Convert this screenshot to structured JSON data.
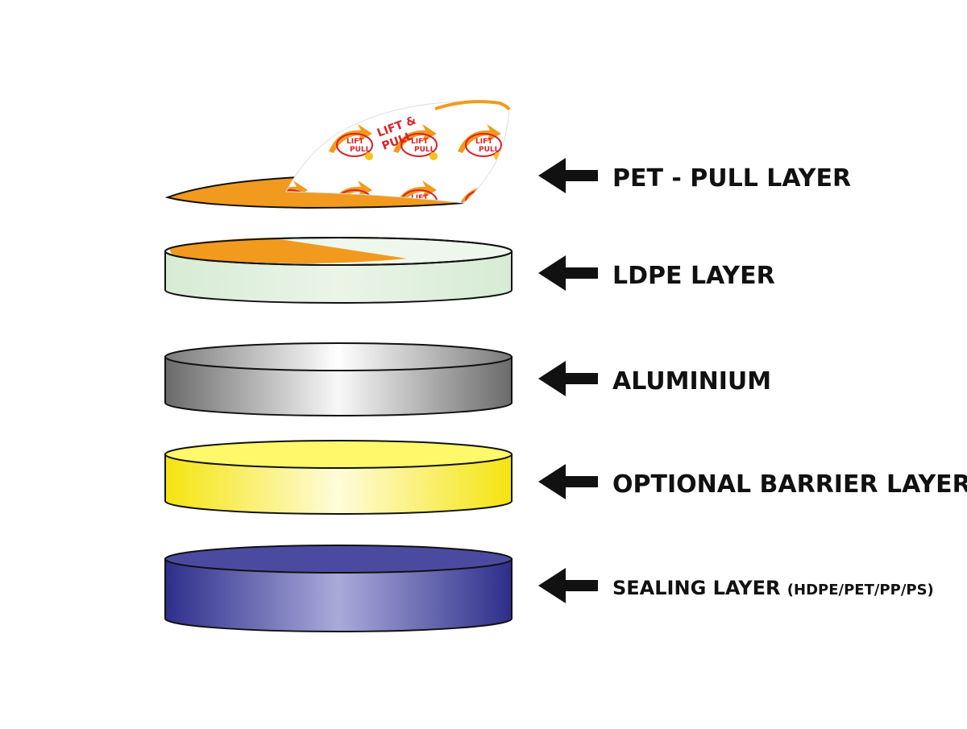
{
  "layers": [
    {
      "label": "PET - PULL LAYER",
      "label_main": "PET - PULL LAYER",
      "label_sub": ""
    },
    {
      "label": "LDPE LAYER",
      "label_main": "LDPE LAYER",
      "label_sub": ""
    },
    {
      "label": "ALUMINIUM",
      "label_main": "ALUMINIUM",
      "label_sub": ""
    },
    {
      "label": "OPTIONAL BARRIER LAYER",
      "label_main": "OPTIONAL BARRIER LAYER",
      "label_sub": ""
    },
    {
      "label": "SEALING LAYER (HDPE/PET/PP/PS)",
      "label_main": "SEALING LAYER ",
      "label_sub": "(HDPE/PET/PP/PS)"
    }
  ],
  "pull_tab_text": [
    "LIFT &",
    "PULL"
  ],
  "colors": {
    "orange": "#F29A1D",
    "ldpe": "#DDEEDC",
    "aluminium_dark": "#6f6f6f",
    "aluminium_light": "#f7f7f7",
    "barrier_yellow": "#F6EA1A",
    "barrier_light": "#FFFBD0",
    "sealing_blue": "#2E2F8C",
    "sealing_light": "#A7A8D8",
    "tab_red": "#D8232A",
    "outline": "#111111"
  },
  "icons": {
    "arrow": "arrow-left-icon"
  }
}
